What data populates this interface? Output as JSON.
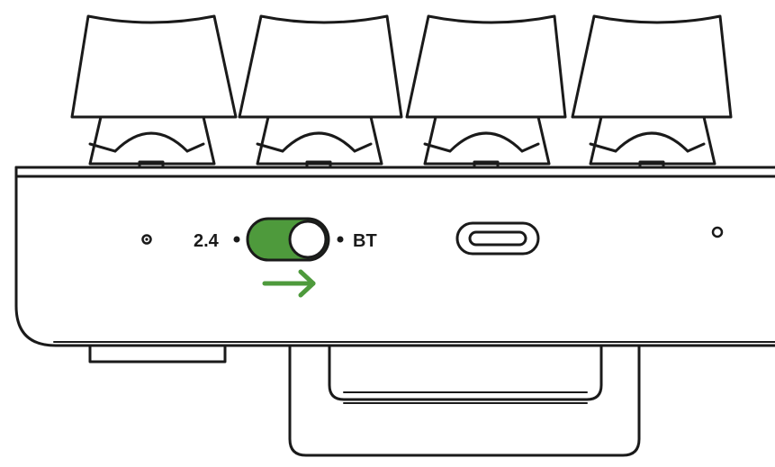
{
  "switch": {
    "left_label": "2.4",
    "right_label": "BT",
    "state": "BT",
    "active_color": "#4e9a3c"
  },
  "arrow": {
    "color": "#4e9a3c",
    "direction": "right"
  },
  "colors": {
    "line": "#1a1a1a",
    "background": "#ffffff"
  },
  "keycaps": {
    "count": 4
  },
  "icons": [
    "keycap-icon",
    "indicator-dot-icon",
    "usb-c-port-icon",
    "feet-icon"
  ]
}
